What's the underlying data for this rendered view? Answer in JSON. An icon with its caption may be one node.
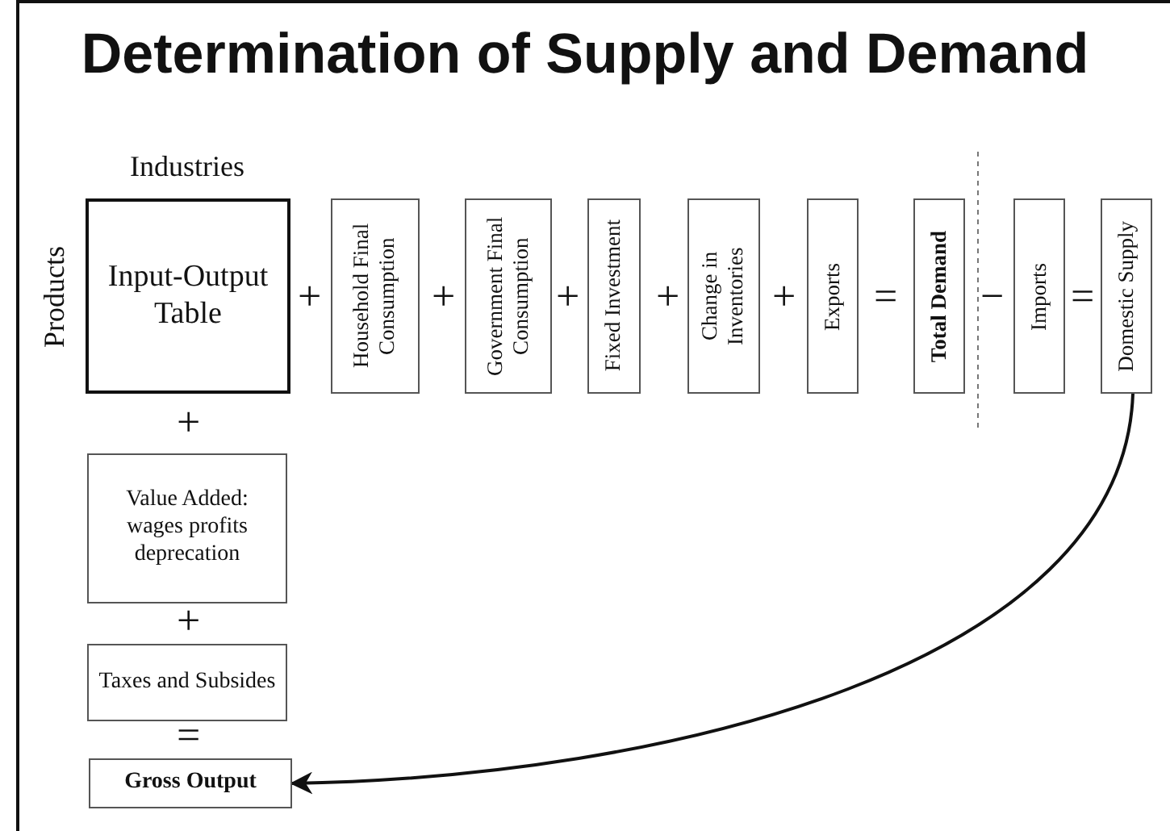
{
  "diagram": {
    "title": "Determination of Supply and Demand",
    "nodes": [
      {
        "text": [
          "Input-Output Table"
        ]
      },
      {
        "text": [
          "Household Final Consumption"
        ]
      },
      {
        "text": [
          "Government Final Consumption"
        ]
      },
      {
        "text": [
          "Fixed Investment"
        ]
      },
      {
        "text": [
          "Change in Inventories"
        ]
      },
      {
        "text": [
          "Exports"
        ]
      },
      {
        "text": [
          "Total Demand"
        ]
      },
      {
        "text": [
          "Imports"
        ]
      },
      {
        "text": [
          "Domestic Supply"
        ]
      },
      {
        "text": [
          "Value Added: wages profits deprecation"
        ]
      },
      {
        "text": [
          "Taxes and Subsides"
        ]
      },
      {
        "text": [
          "Gross Output"
        ]
      }
    ],
    "edges": [
      {
        "from": 8,
        "to": 11,
        "arrow": "to"
      }
    ],
    "labels": [
      "Industries",
      "Products",
      "+",
      "+",
      "+",
      "+",
      "+",
      "=",
      "−",
      "=",
      "+",
      "+",
      "="
    ]
  }
}
